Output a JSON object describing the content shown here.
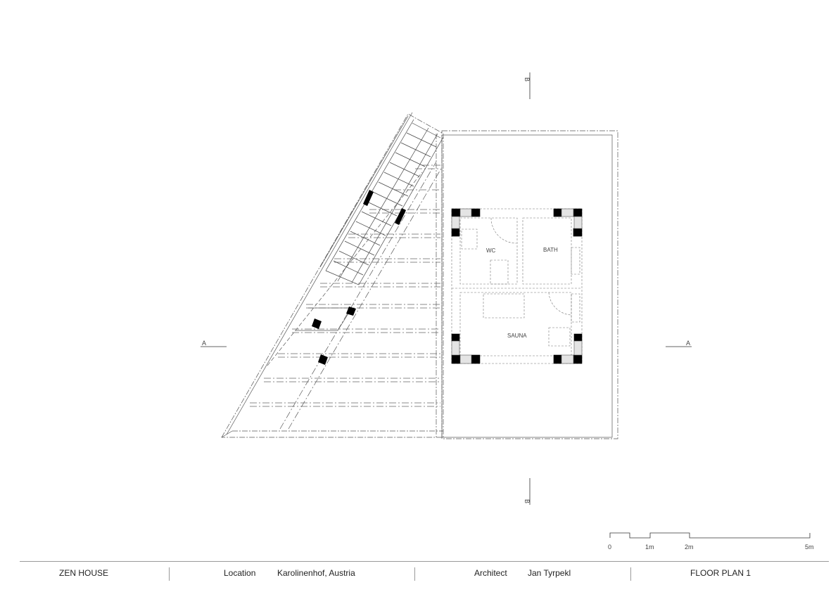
{
  "drawing": {
    "section_marks": {
      "a_left": "A",
      "a_right": "A",
      "b_top": "B",
      "b_bottom": "B"
    },
    "rooms": {
      "wc": "WC",
      "bath": "BATH",
      "sauna": "SAUNA"
    },
    "scale_bar": {
      "labels": [
        "0",
        "1m",
        "2m",
        "5m"
      ]
    }
  },
  "title_block": {
    "project": "ZEN HOUSE",
    "location_label": "Location",
    "location_value": "Karolinenhof, Austria",
    "architect_label": "Architect",
    "architect_value": "Jan Tyrpekl",
    "sheet_title": "FLOOR PLAN 1"
  }
}
